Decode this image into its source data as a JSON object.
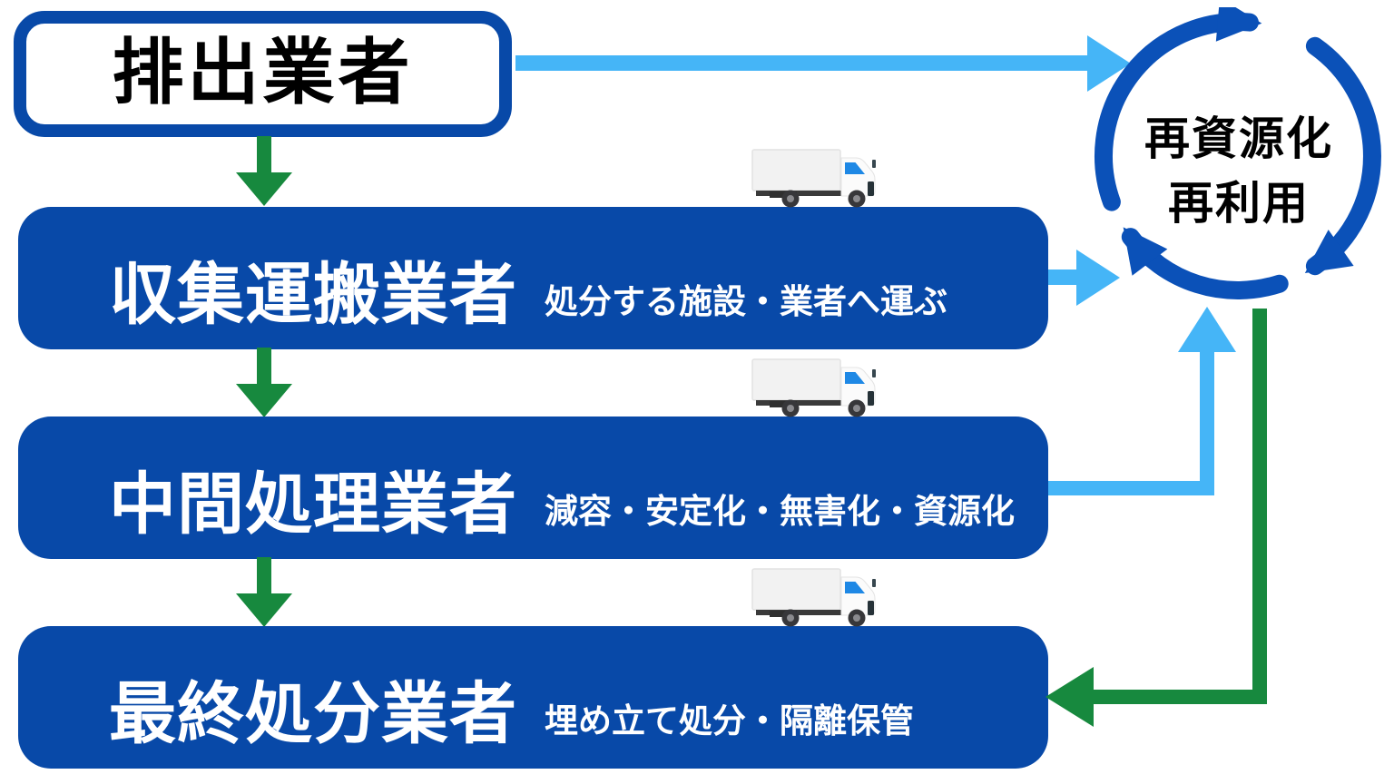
{
  "diagram_title": "industrial-waste-disposal-flow",
  "colors": {
    "box_blue": "#0849A8",
    "circle_blue": "#0B51B8",
    "light_blue": "#45B5F7",
    "green": "#17893E",
    "text_dark": "#000000",
    "text_light": "#FFFFFF"
  },
  "nodes": {
    "generator": {
      "label": "排出業者"
    },
    "collector": {
      "label": "収集運搬業者",
      "note": "処分する施設・業者へ運ぶ"
    },
    "intermediate": {
      "label": "中間処理業者",
      "note": "減容・安定化・無害化・資源化"
    },
    "final": {
      "label": "最終処分業者",
      "note": "埋め立て処分・隔離保管"
    },
    "recycle": {
      "line1": "再資源化",
      "line2": "再利用"
    }
  }
}
